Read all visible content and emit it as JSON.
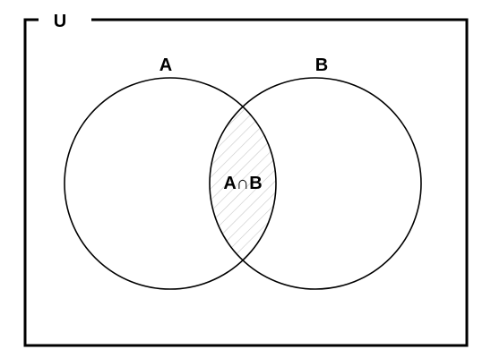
{
  "universe": {
    "label": "U"
  },
  "sets": [
    {
      "id": "A",
      "label": "A"
    },
    {
      "id": "B",
      "label": "B"
    }
  ],
  "intersection": {
    "label": "A∩B",
    "fill_style": "diagonal-hatch"
  },
  "colors": {
    "stroke": "#000000",
    "background": "#ffffff",
    "hatch": "#c8c8c8"
  }
}
